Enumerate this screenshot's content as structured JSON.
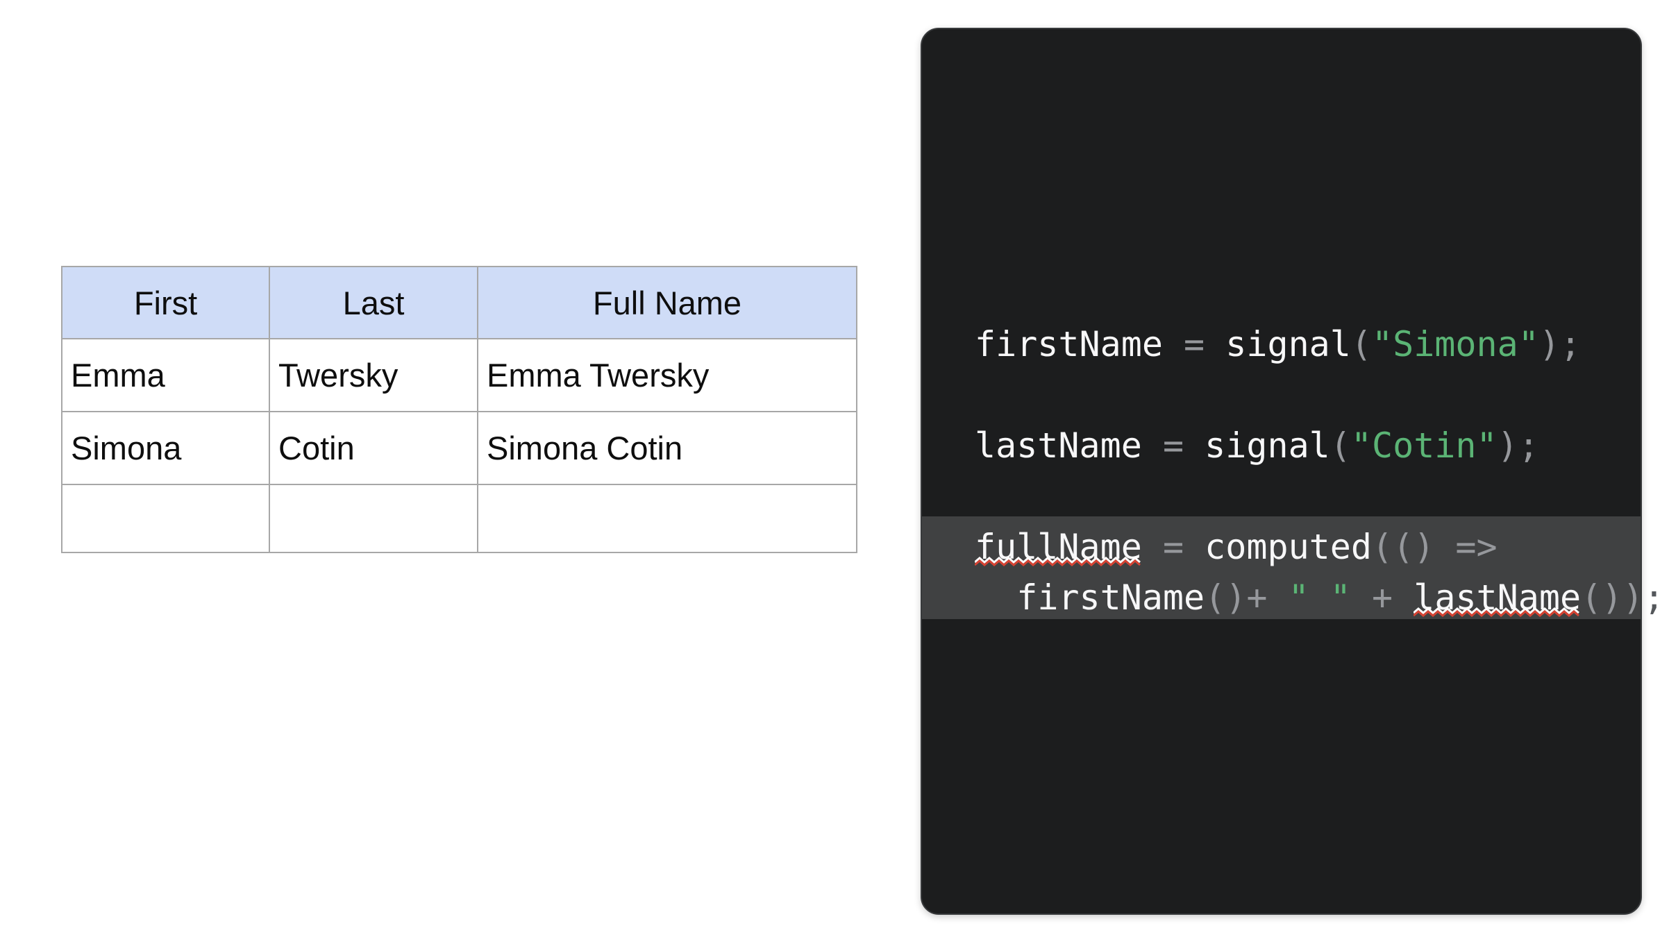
{
  "table": {
    "header_bg": "#cfdcf7",
    "border_color": "#a7a7a7",
    "text_color": "#0e0e0e",
    "headers": [
      "First",
      "Last",
      "Full Name"
    ],
    "rows": [
      [
        "Emma",
        "Twersky",
        "Emma Twersky"
      ],
      [
        "Simona",
        "Cotin",
        "Simona Cotin"
      ],
      [
        "",
        "",
        ""
      ]
    ]
  },
  "code_panel": {
    "background": "#1c1d1e",
    "highlight_bg": "#404142",
    "colors": {
      "plain": "#f7f7f8",
      "punct": "#96989c",
      "string": "#5bb475",
      "overflow": "#54575b",
      "squiggle_red": "#d64333",
      "squiggle_white": "#ffffff"
    },
    "lines": [
      {
        "highlight": false,
        "tokens": [
          {
            "text": "firstName",
            "color": "plain"
          },
          {
            "text": " ",
            "color": "plain"
          },
          {
            "text": "=",
            "color": "punct"
          },
          {
            "text": " ",
            "color": "plain"
          },
          {
            "text": "signal",
            "color": "plain"
          },
          {
            "text": "(",
            "color": "punct"
          },
          {
            "text": "\"Simona\"",
            "color": "string"
          },
          {
            "text": ")",
            "color": "punct"
          },
          {
            "text": ";",
            "color": "punct"
          }
        ]
      },
      {
        "highlight": false,
        "tokens": []
      },
      {
        "highlight": false,
        "tokens": [
          {
            "text": "lastName",
            "color": "plain"
          },
          {
            "text": " ",
            "color": "plain"
          },
          {
            "text": "=",
            "color": "punct"
          },
          {
            "text": " ",
            "color": "plain"
          },
          {
            "text": "signal",
            "color": "plain"
          },
          {
            "text": "(",
            "color": "punct"
          },
          {
            "text": "\"Cotin\"",
            "color": "string"
          },
          {
            "text": ")",
            "color": "punct"
          },
          {
            "text": ";",
            "color": "punct"
          }
        ]
      },
      {
        "highlight": false,
        "tokens": []
      },
      {
        "highlight": true,
        "tokens": [
          {
            "text": "fullName",
            "color": "plain",
            "squiggle": true
          },
          {
            "text": " ",
            "color": "plain"
          },
          {
            "text": "=",
            "color": "punct"
          },
          {
            "text": " ",
            "color": "plain"
          },
          {
            "text": "computed",
            "color": "plain"
          },
          {
            "text": "(()",
            "color": "punct"
          },
          {
            "text": " ",
            "color": "plain"
          },
          {
            "text": "=>",
            "color": "punct"
          }
        ]
      },
      {
        "highlight": true,
        "tokens": [
          {
            "text": "  ",
            "color": "plain"
          },
          {
            "text": "firstName",
            "color": "plain"
          },
          {
            "text": "()",
            "color": "punct"
          },
          {
            "text": "+",
            "color": "punct"
          },
          {
            "text": " ",
            "color": "plain"
          },
          {
            "text": "\" \"",
            "color": "string"
          },
          {
            "text": " ",
            "color": "plain"
          },
          {
            "text": "+",
            "color": "punct"
          },
          {
            "text": " ",
            "color": "plain"
          },
          {
            "text": "lastName",
            "color": "plain",
            "squiggle": true
          },
          {
            "text": "())",
            "color": "punct"
          },
          {
            "text": ";",
            "color": "overflow"
          }
        ]
      }
    ]
  }
}
